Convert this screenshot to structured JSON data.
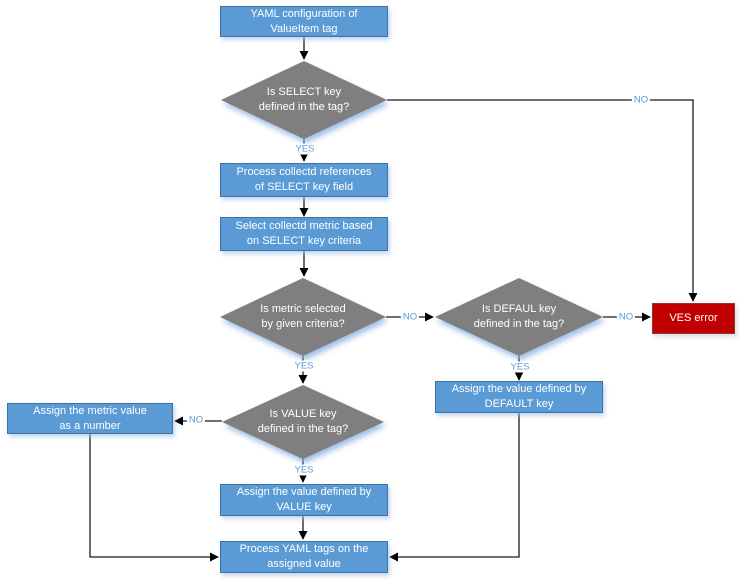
{
  "diagram": {
    "type": "flowchart",
    "nodes": {
      "yaml_config": "YAML configuration of\nValueItem tag",
      "select_key_q": "Is SELECT key\ndefined in the tag?",
      "process_refs": "Process collectd references\nof SELECT key field",
      "select_metric": "Select collectd metric based\non SELECT key criteria",
      "metric_selected_q": "Is metric selected\nby given criteria?",
      "default_key_q": "Is DEFAUL key\ndefined in the tag?",
      "ves_error": "VES error",
      "assign_default": "Assign the value defined by\nDEFAULT key",
      "value_key_q": "Is VALUE key\ndefined in the tag?",
      "assign_metric": "Assign the metric value\nas a number",
      "assign_value": "Assign the value defined by\nVALUE key",
      "process_yaml": "Process YAML tags on the\nassigned value"
    },
    "edge_labels": {
      "select_yes": "YES",
      "select_no": "NO",
      "metric_yes": "YES",
      "metric_no": "NO",
      "default_yes": "YES",
      "default_no": "NO",
      "value_yes": "YES",
      "value_no": "NO"
    },
    "colors": {
      "process_fill": "#5B9BD5",
      "process_border": "#41719C",
      "decision_fill": "#7F7F7F",
      "error_fill": "#C00000",
      "error_border": "#943634",
      "edge_label_text": "#5B9BD5",
      "connector": "#1A1A1A",
      "node_text": "#FFFFFF"
    }
  }
}
